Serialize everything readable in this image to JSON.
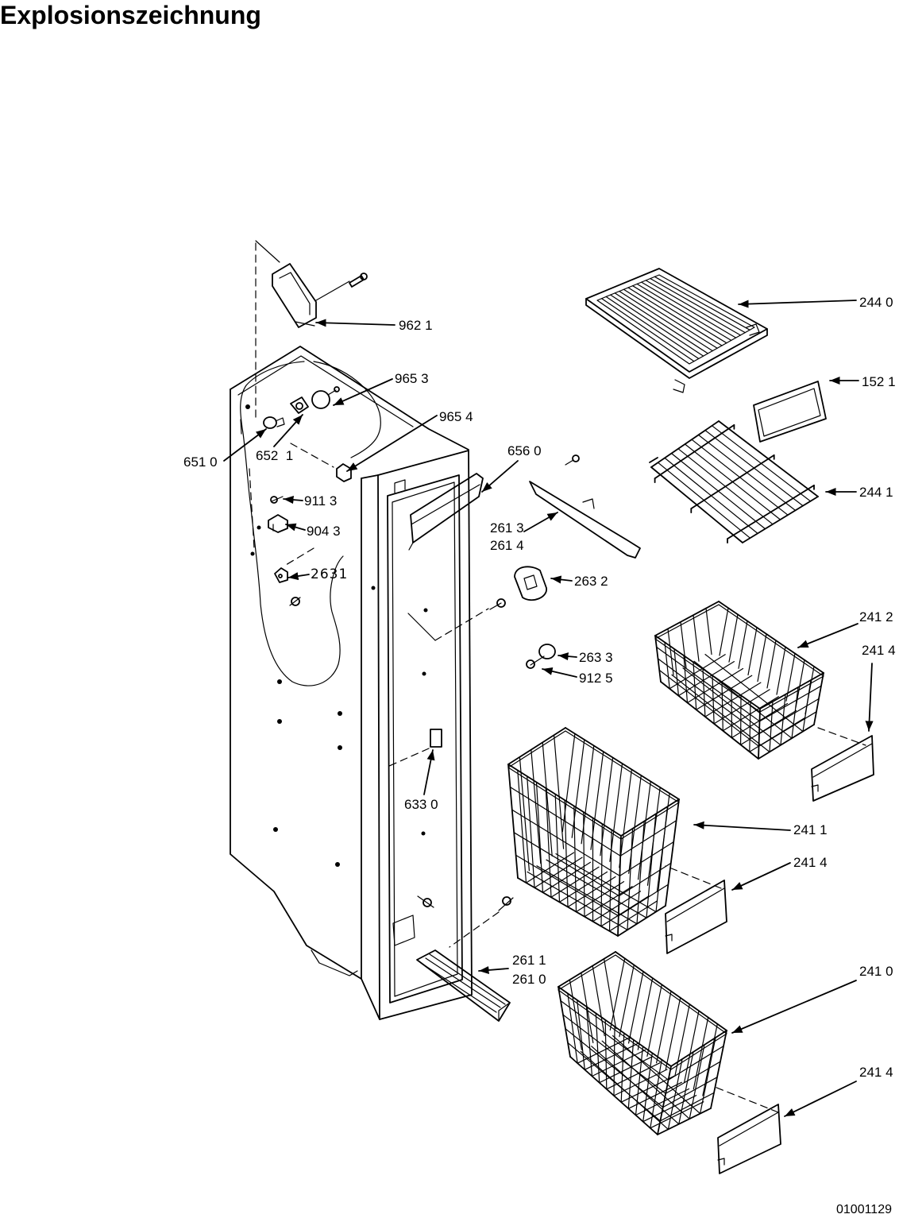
{
  "title": "Explosionszeichnung",
  "drawing_number": "01001129",
  "part_labels": [
    "962 1",
    "965 3",
    "965 4",
    "651 0",
    "652  1",
    "911 3",
    "904 3",
    "2631",
    "656 0",
    "261 3",
    "261 4",
    "263 2",
    "263 3",
    "912 5",
    "633 0",
    "244 0",
    "152 1",
    "244 1",
    "241 2",
    "241 4",
    "241 1",
    "241 4",
    "261 1",
    "261 0",
    "241 0",
    "241 4"
  ]
}
